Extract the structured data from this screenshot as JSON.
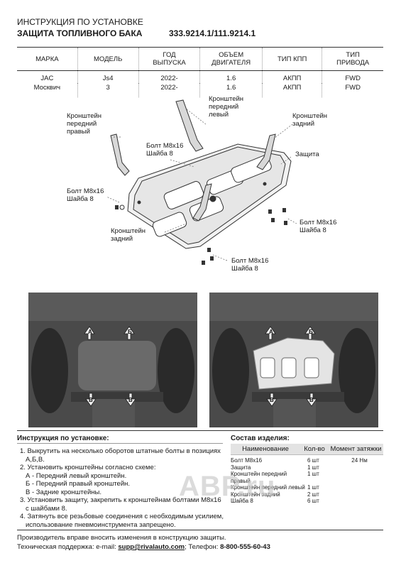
{
  "header": {
    "title_line1": "ИНСТРУКЦИЯ ПО УСТАНОВКЕ",
    "title_line2": "ЗАЩИТА ТОПЛИВНОГО БАКА",
    "part_number": "333.9214.1/111.9214.1"
  },
  "spec_table": {
    "headers": [
      "МАРКА",
      "МОДЕЛЬ",
      "ГОД ВЫПУСКА",
      "ОБЪЕМ ДВИГАТЕЛЯ",
      "ТИП КПП",
      "ТИП ПРИВОДА"
    ],
    "rows": [
      [
        "JAC",
        "Js4",
        "2022-",
        "1.6",
        "АКПП",
        "FWD"
      ],
      [
        "Москвич",
        "3",
        "2022-",
        "1.6",
        "АКПП",
        "FWD"
      ]
    ]
  },
  "diagram": {
    "labels": {
      "bracket_front_left": "Кронштейн передний левый",
      "bracket_front_right": "Кронштейн передний правый",
      "bracket_rear_top": "Кронштейн задний",
      "bracket_rear_bottom": "Кронштейн задний",
      "protection": "Защита",
      "bolt_1": "Болт М8х16",
      "washer_1": "Шайба 8",
      "bolt_2": "Болт М8х16",
      "washer_2": "Шайба 8",
      "bolt_3": "Болт М8х16",
      "washer_3": "Шайба 8",
      "bolt_4": "Болт М8х16",
      "washer_4": "Шайба 8"
    },
    "position_markers": [
      "А",
      "Б",
      "В",
      "В"
    ]
  },
  "instructions": {
    "title": "Инструкция по установке:",
    "lines": [
      "1. Выкрутить на несколько оборотов штатные болты в позициях",
      "    А,Б,В.",
      "2. Установить кронштейны согласно схеме:",
      "    А - Передний левый кронштейн.",
      "    Б - Передний правый кронштейн.",
      "    В - Задние кронштейны.",
      "3. Установить защиту, закрепить к кронштейнам болтами М8х16",
      "    с шайбами 8.",
      "4. Затянуть все резьбовые соединения с необходимым усилием,",
      "    использование пневмоинструмента запрещено."
    ]
  },
  "components": {
    "title": "Состав изделия:",
    "headers": [
      "Наименование",
      "Кол-во",
      "Момент затяжки"
    ],
    "rows": [
      {
        "name": "Болт М8х16",
        "qty": "6 шт",
        "torque": "24 Нм"
      },
      {
        "name": "Защита",
        "qty": "1 шт",
        "torque": ""
      },
      {
        "name": "Кронштейн передний правый",
        "qty": "1 шт",
        "torque": ""
      },
      {
        "name": "Кронштейн передний левый",
        "qty": "1 шт",
        "torque": ""
      },
      {
        "name": "Кронштейн задний",
        "qty": "2 шт",
        "torque": ""
      },
      {
        "name": "Шайба 8",
        "qty": "6 шт",
        "torque": ""
      }
    ]
  },
  "footer": {
    "line1": "Производитель вправе вносить изменения в конструкцию защиты.",
    "support_label": "Техническая поддержка:  e-mail: ",
    "email": "supp@rivalauto.com",
    "phone_label": "; Телефон: ",
    "phone": "8-800-555-60-43"
  },
  "watermark": "ABP.ru",
  "colors": {
    "accent_arrow": "#e8e8e8",
    "photo_dark": "#3a3a3a",
    "line": "#333333"
  }
}
